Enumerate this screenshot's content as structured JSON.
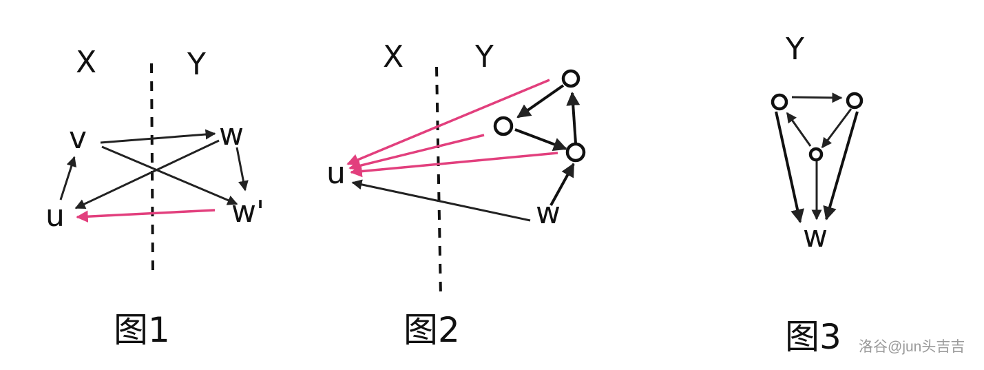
{
  "colors": {
    "ink": "#111111",
    "edge_dark": "#222222",
    "edge_highlight": "#e23f7d",
    "watermark": "#9a9a9a"
  },
  "figure1": {
    "label_x": "X",
    "label_y": "Y",
    "node_v": "v",
    "node_u": "u",
    "node_w": "w",
    "node_w_prime": "w'",
    "caption": "图1"
  },
  "figure2": {
    "label_x": "X",
    "label_y": "Y",
    "node_u": "u",
    "node_w": "w",
    "caption": "图2"
  },
  "figure3": {
    "label_y": "Y",
    "node_w": "w",
    "caption": "图3"
  },
  "watermark": "洛谷@jun头吉吉"
}
